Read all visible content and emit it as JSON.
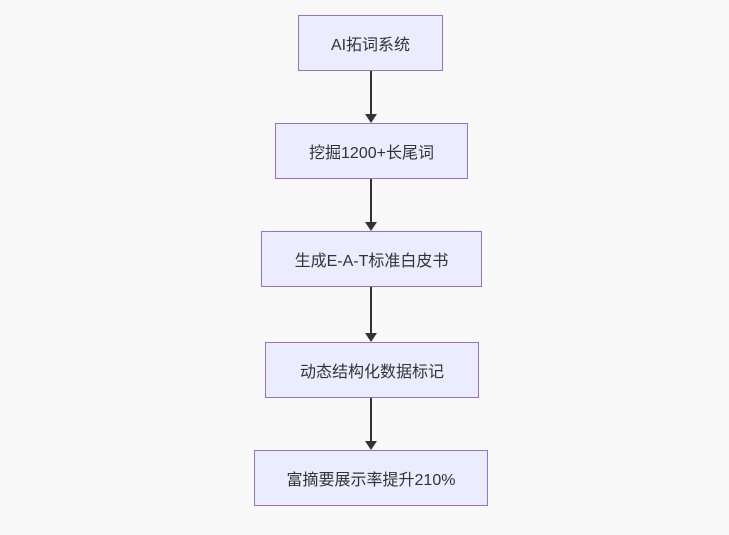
{
  "flowchart": {
    "type": "flowchart",
    "direction": "top-down",
    "nodes": [
      {
        "label": "AI拓词系统"
      },
      {
        "label": "挖掘1200+长尾词"
      },
      {
        "label": "生成E-A-T标准白皮书"
      },
      {
        "label": "动态结构化数据标记"
      },
      {
        "label": "富摘要展示率提升210%"
      }
    ],
    "edges": [
      {
        "from": 0,
        "to": 1
      },
      {
        "from": 1,
        "to": 2
      },
      {
        "from": 2,
        "to": 3
      },
      {
        "from": 3,
        "to": 4
      }
    ],
    "colors": {
      "background": "#f9f9f9",
      "node_fill": "#ECECFF",
      "node_border": "#9370DB",
      "text": "#333333",
      "arrow": "#333333"
    }
  }
}
